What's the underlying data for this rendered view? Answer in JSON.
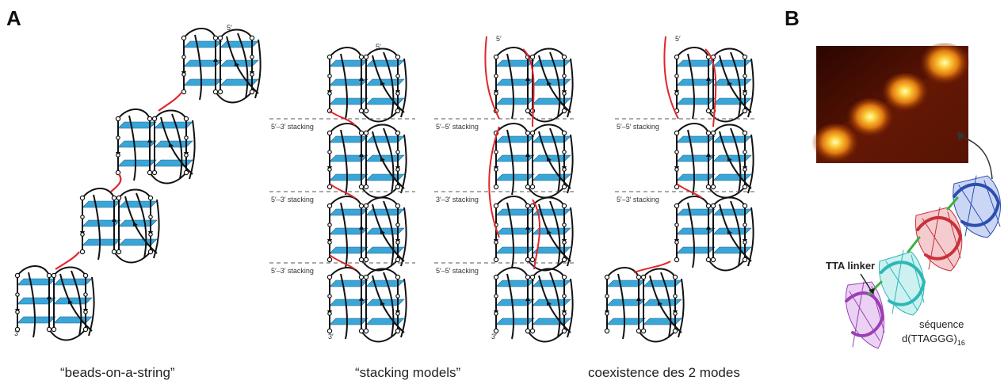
{
  "panels": {
    "a": "A",
    "b": "B"
  },
  "captions": {
    "beads": "“beads-on-a-string”",
    "stacking": "“stacking models”",
    "coexist": "coexistence des 2 modes"
  },
  "ends": {
    "five": "5′",
    "three": "3′"
  },
  "stacking_labels": {
    "col2": [
      "5′–3′ stacking",
      "5′–3′ stacking",
      "5′–3′ stacking"
    ],
    "col3": [
      "5′–5′ stacking",
      "3′–3′ stacking",
      "5′–5′ stacking"
    ],
    "col4": [
      "5′–5′ stacking",
      "5′–3′ stacking"
    ]
  },
  "panel_b": {
    "linker_label": "TTA linker",
    "sequence_label": "séquence",
    "sequence_formula": "d(TTAGGG)",
    "sequence_subscript": "16"
  },
  "colors": {
    "tetrad": "#3aa6d8",
    "backbone": "#111111",
    "linker": "#e0262b",
    "afm_dark": "#3a0a00",
    "afm_bright": "#fff3a0",
    "strand_purple": "#9b3fb5",
    "strand_cyan": "#2fb7b7",
    "strand_red": "#c8313a",
    "strand_blue": "#2b4fb0"
  }
}
